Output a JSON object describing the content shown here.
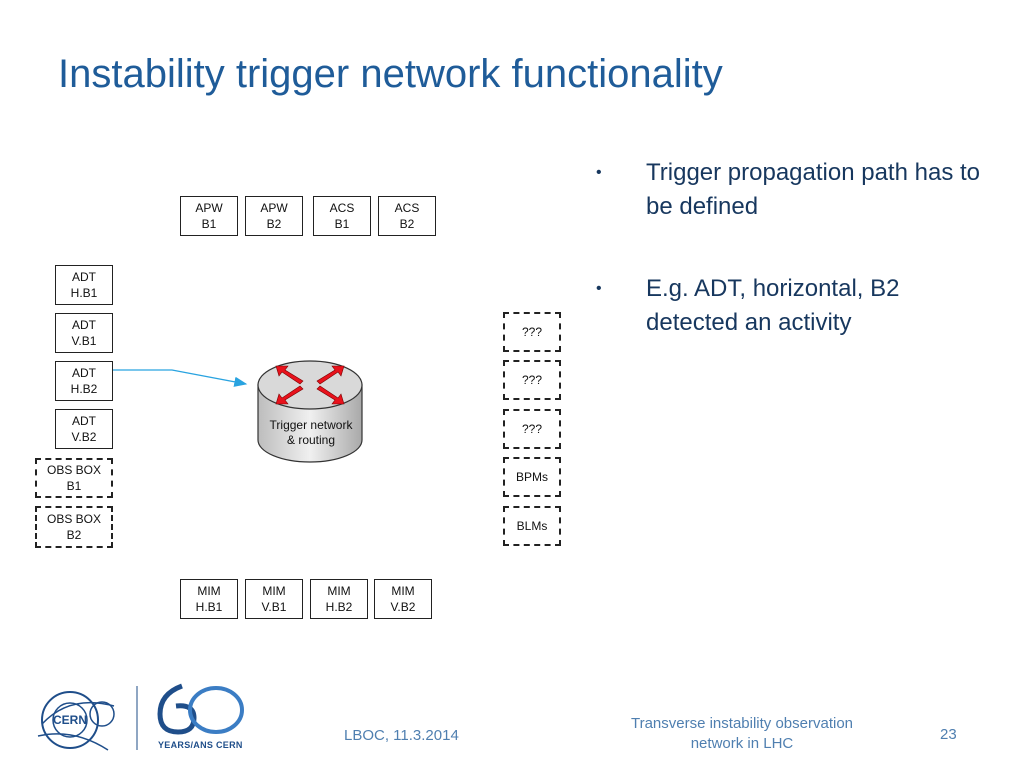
{
  "slide": {
    "title": "Instability trigger network functionality",
    "bullets": [
      "Trigger propagation path has to be defined",
      "E.g. ADT, horizontal, B2 detected an activity"
    ],
    "bullet_glyph": "•"
  },
  "diagram": {
    "top_row": [
      {
        "line1": "APW",
        "line2": "B1"
      },
      {
        "line1": "APW",
        "line2": "B2"
      },
      {
        "line1": "ACS",
        "line2": "B1"
      },
      {
        "line1": "ACS",
        "line2": "B2"
      }
    ],
    "left_column": [
      {
        "line1": "ADT",
        "line2": "H.B1",
        "style": "solid"
      },
      {
        "line1": "ADT",
        "line2": "V.B1",
        "style": "solid"
      },
      {
        "line1": "ADT",
        "line2": "H.B2",
        "style": "solid"
      },
      {
        "line1": "ADT",
        "line2": "V.B2",
        "style": "solid"
      },
      {
        "line1": "OBS BOX",
        "line2": "B1",
        "style": "dashed"
      },
      {
        "line1": "OBS BOX",
        "line2": "B2",
        "style": "dashed"
      }
    ],
    "right_column": [
      {
        "label": "???"
      },
      {
        "label": "???"
      },
      {
        "label": "???"
      },
      {
        "label": "BPMs"
      },
      {
        "label": "BLMs"
      }
    ],
    "bottom_row": [
      {
        "line1": "MIM",
        "line2": "H.B1"
      },
      {
        "line1": "MIM",
        "line2": "V.B1"
      },
      {
        "line1": "MIM",
        "line2": "H.B2"
      },
      {
        "line1": "MIM",
        "line2": "V.B2"
      }
    ],
    "router": {
      "line1": "Trigger network",
      "line2": "& routing"
    },
    "arrow_color": "#29a3e0",
    "router_arrow_color": "#e8121c"
  },
  "footer": {
    "left": "LBOC, 11.3.2014",
    "mid_line1": "Transverse instability observation",
    "mid_line2": "network in LHC",
    "page": "23",
    "logo_cern": "CERN",
    "logo_60_caption": "YEARS/ANS CERN"
  }
}
